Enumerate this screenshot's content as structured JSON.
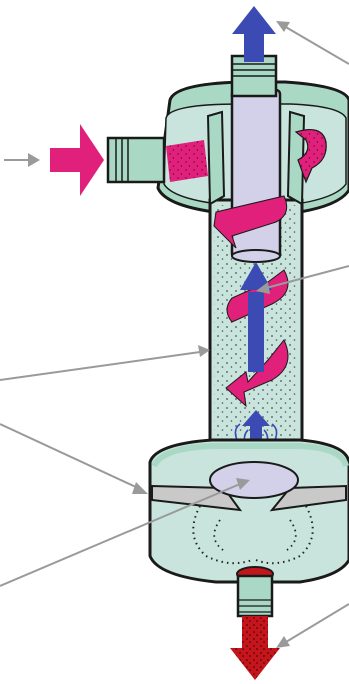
{
  "diagram": {
    "colors": {
      "body_fill": "#c8e4dc",
      "cap_fill": "#a9d9c4",
      "outline": "#1a1a1a",
      "tube_fill": "#d3d1ea",
      "inflow": "#e0207a",
      "outflow_clean": "#3b4bb3",
      "outflow_sediment": "#c4141c",
      "leader_line": "#9a9a9a",
      "baffle": "#c9c9c9",
      "particles": "#222222"
    },
    "icons": {
      "top_outlet": "arrow-up-icon",
      "side_inlet": "arrow-right-icon",
      "bottom_drain": "arrow-down-icon"
    },
    "leaders": [
      "top-outlet-callout",
      "inner-tube-callout",
      "outer-wall-callout",
      "baffle-callout",
      "disc-callout",
      "drain-callout"
    ]
  }
}
